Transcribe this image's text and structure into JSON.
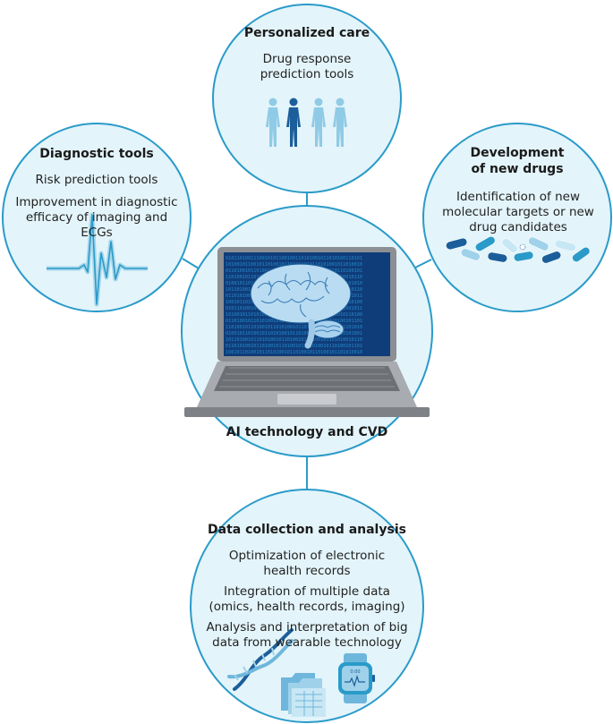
{
  "center": {
    "label": "AI technology and CVD"
  },
  "personalized_care": {
    "title": "Personalized care",
    "items": [
      "Drug response prediction tools"
    ]
  },
  "diagnostic_tools": {
    "title": "Diagnostic tools",
    "items": [
      "Risk prediction tools",
      "Improvement in diagnostic efficacy of imaging and ECGs"
    ]
  },
  "development_new_drugs": {
    "title": "Development of new drugs",
    "items": [
      "Identification of new molecular targets or new drug candidates"
    ]
  },
  "data_collection": {
    "title": "Data collection and analysis",
    "items": [
      "Optimization of electronic health records",
      "Integration of multiple data (omics, health records, imaging)",
      "Analysis and interpretation of big data from wearable technology"
    ]
  },
  "colors": {
    "circle_fill": "#e3f4fa",
    "circle_stroke": "#2a9bc9",
    "accent_dark": "#1b5e9a",
    "accent_light": "#9fd2ea"
  },
  "watch": {
    "time": "0:00"
  }
}
